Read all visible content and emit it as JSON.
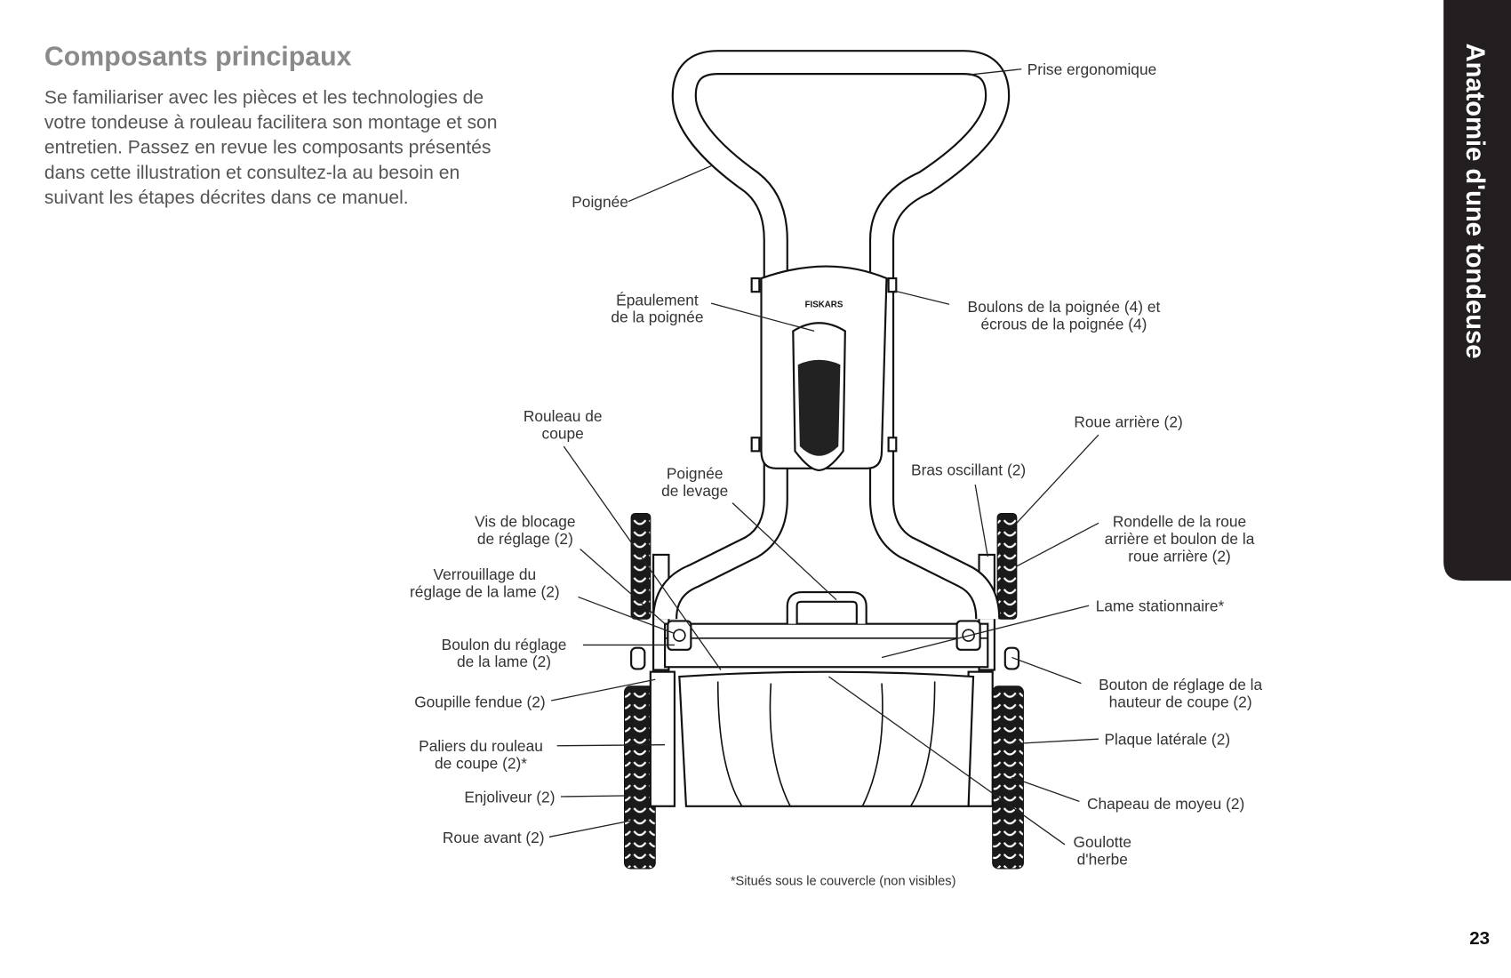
{
  "section_tab": "Anatomie d'une tondeuse",
  "title": "Composants principaux",
  "intro_lines": [
    "Se familiariser avec les pièces et les technologies de",
    "votre tondeuse à rouleau facilitera son montage et son",
    "entretien. Passez en revue les composants présentés",
    "dans cette illustration et consultez-la au besoin en",
    "suivant les étapes décrites dans ce manuel."
  ],
  "brand": "FISKARS",
  "labels": {
    "prise": "Prise ergonomique",
    "poignee": "Poignée",
    "epaulement": [
      "Épaulement",
      "de la poignée"
    ],
    "boulons": [
      "Boulons de la poignée (4) et",
      "écrous de la poignée (4)"
    ],
    "rouleau": [
      "Rouleau de",
      "coupe"
    ],
    "levage": [
      "Poignée",
      "de levage"
    ],
    "roue_arriere": "Roue arrière (2)",
    "bras": "Bras oscillant (2)",
    "vis": [
      "Vis de blocage",
      "de réglage (2)"
    ],
    "rondelle": [
      "Rondelle de la roue",
      "arrière et boulon de la",
      "roue arrière (2)"
    ],
    "verrouillage": [
      "Verrouillage du",
      "réglage de la lame (2)"
    ],
    "lame": "Lame stationnaire*",
    "boulon_reglage": [
      "Boulon du réglage",
      "de la lame (2)"
    ],
    "bouton": [
      "Bouton de réglage de la",
      "hauteur de coupe (2)"
    ],
    "goupille": "Goupille fendue (2)",
    "paliers": [
      "Paliers du rouleau",
      "de coupe (2)*"
    ],
    "plaque": "Plaque latérale (2)",
    "enjoliveur": "Enjoliveur (2)",
    "chapeau": "Chapeau de moyeu (2)",
    "roue_avant": "Roue avant (2)",
    "goulotte": [
      "Goulotte",
      "d'herbe"
    ]
  },
  "footnote": "*Situés sous le couvercle (non visibles)",
  "page_number": "23"
}
